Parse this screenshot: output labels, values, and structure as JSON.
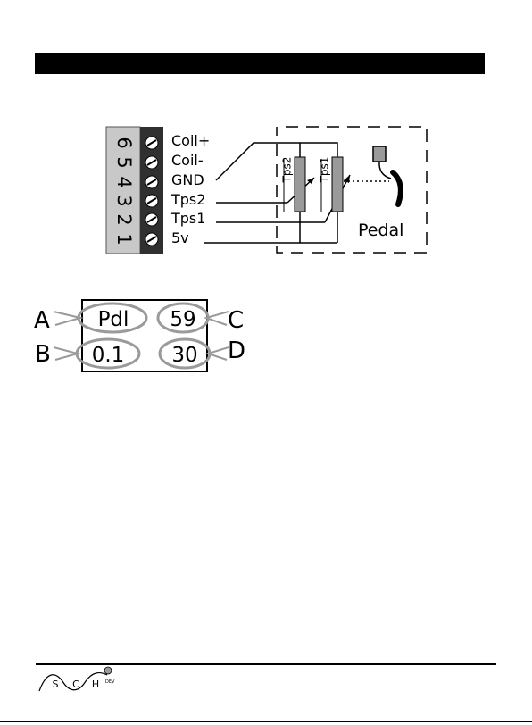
{
  "terminal": {
    "pin_numbers": [
      "6",
      "5",
      "4",
      "3",
      "2",
      "1"
    ],
    "pin_labels": [
      "Coil+",
      "Coil-",
      "GND",
      "Tps2",
      "Tps1",
      "5v"
    ]
  },
  "sensors": {
    "tps2_label": "Tps2",
    "tps1_label": "Tps1",
    "pedal_label": "Pedal"
  },
  "display": {
    "field_a": "Pdl",
    "field_b": "0.1",
    "field_c": "59",
    "field_d": "30",
    "callout_a": "A",
    "callout_b": "B",
    "callout_c": "C",
    "callout_d": "D"
  },
  "footer": {
    "logo_letters": [
      "S",
      "C",
      "H"
    ],
    "logo_suffix": "DEV"
  },
  "colors": {
    "terminal_gray": "#c8c8c8",
    "terminal_dark": "#303030",
    "ellipse_gray": "#9a9a9a",
    "potentiometer_gray": "#9a9a9a"
  }
}
